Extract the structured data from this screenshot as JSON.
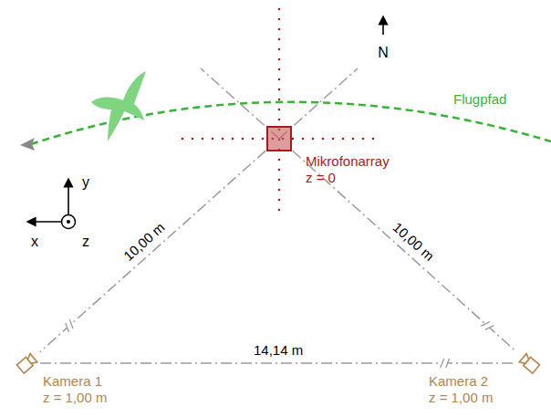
{
  "diagram": {
    "nodes": [
      {
        "text": [
          "Mikrofonarray z = 0"
        ]
      },
      {
        "text": [
          "Kamera 1 z = 1,00 m"
        ]
      },
      {
        "text": [
          "Kamera 2 z = 1,00 m"
        ]
      }
    ],
    "edges": [
      {
        "from": 0,
        "to": 1,
        "arrow": "none",
        "label": "10,00 m"
      },
      {
        "from": 0,
        "to": 2,
        "arrow": "none",
        "label": "10,00 m"
      },
      {
        "from": 1,
        "to": 2,
        "arrow": "none",
        "label": "14,14 m"
      }
    ],
    "labels": [
      "N",
      "Flugpfad",
      "y",
      "x",
      "z"
    ]
  }
}
